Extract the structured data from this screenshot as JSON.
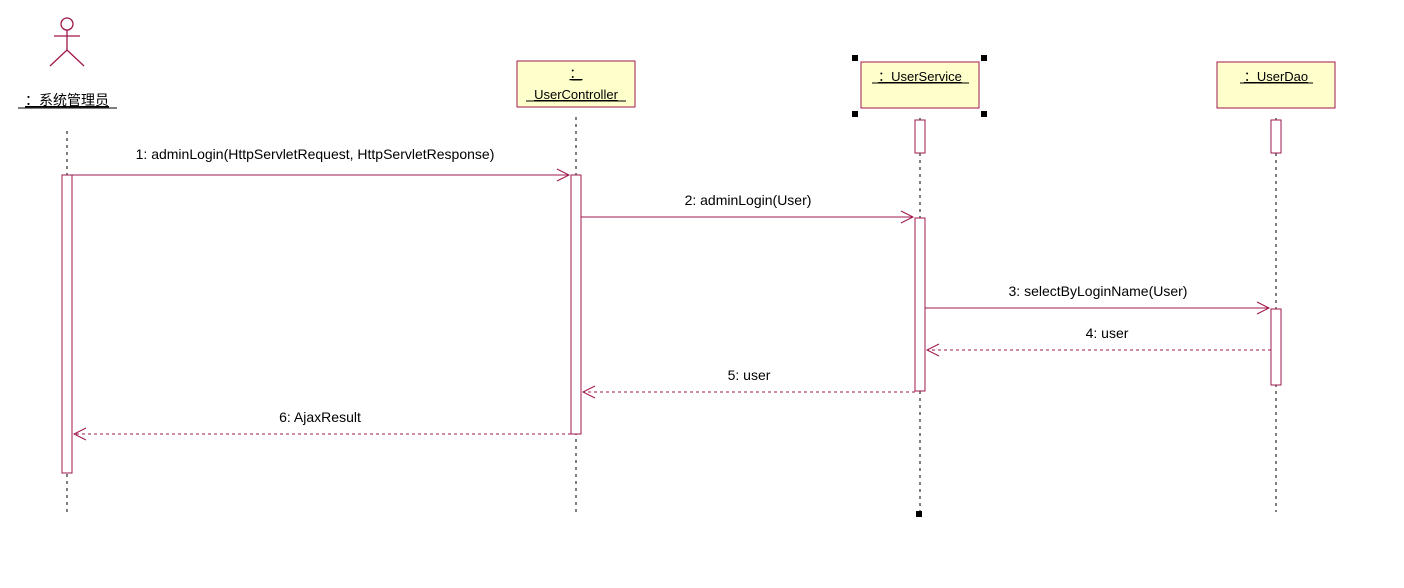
{
  "diagram": {
    "type": "UML sequence diagram",
    "colors": {
      "line": "#a0174c",
      "object_fill": "#ffffcc",
      "object_border": "#a0174c",
      "activation_fill": "#ffffff",
      "lifeline": "#000000",
      "selection_handle": "#000000"
    },
    "actor": {
      "label": "：系统管理员",
      "icon": "stick-figure-icon"
    },
    "objects": [
      {
        "id": "usercontroller",
        "label_line1": "：",
        "label_line2": "UserController"
      },
      {
        "id": "userservice",
        "label": "：UserService",
        "selected": true
      },
      {
        "id": "userdao",
        "label": "：UserDao"
      }
    ],
    "messages": [
      {
        "seq": 1,
        "label": "1: adminLogin(HttpServletRequest, HttpServletResponse)",
        "kind": "call",
        "from": "系统管理员",
        "to": "UserController"
      },
      {
        "seq": 2,
        "label": "2: adminLogin(User)",
        "kind": "call",
        "from": "UserController",
        "to": "UserService"
      },
      {
        "seq": 3,
        "label": "3: selectByLoginName(User)",
        "kind": "call",
        "from": "UserService",
        "to": "UserDao"
      },
      {
        "seq": 4,
        "label": "4: user",
        "kind": "return",
        "from": "UserDao",
        "to": "UserService"
      },
      {
        "seq": 5,
        "label": "5: user",
        "kind": "return",
        "from": "UserService",
        "to": "UserController"
      },
      {
        "seq": 6,
        "label": "6: AjaxResult",
        "kind": "return",
        "from": "UserController",
        "to": "系统管理员"
      }
    ]
  }
}
